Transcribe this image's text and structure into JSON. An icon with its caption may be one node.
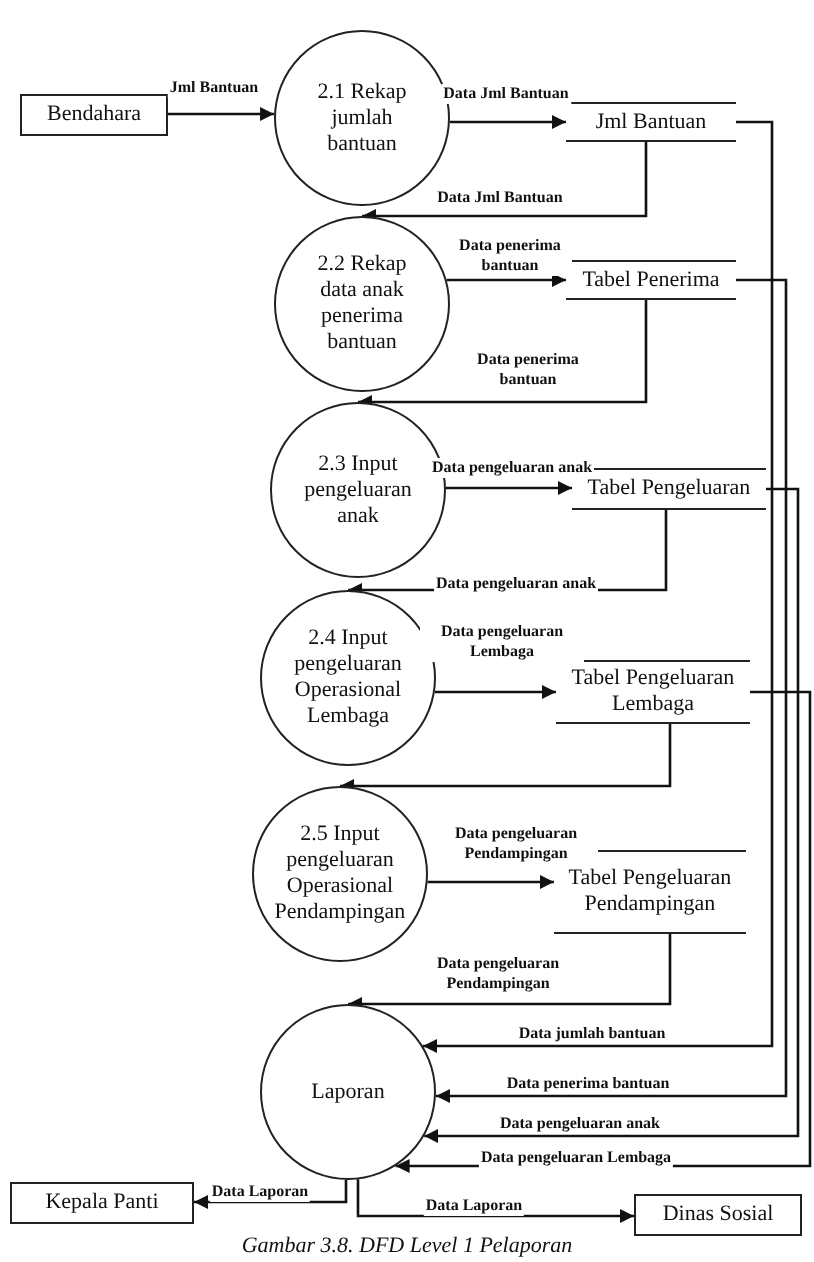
{
  "diagram": {
    "caption": "Gambar 3.8. DFD Level 1 Pelaporan",
    "nodes": [
      {
        "text": [
          "Bendahara"
        ]
      },
      {
        "text": [
          "2.1 Rekap jumlah bantuan"
        ]
      },
      {
        "text": [
          "Jml Bantuan"
        ]
      },
      {
        "text": [
          "2.2 Rekap data anak penerima bantuan"
        ]
      },
      {
        "text": [
          "Tabel Penerima"
        ]
      },
      {
        "text": [
          "2.3 Input pengeluaran anak"
        ]
      },
      {
        "text": [
          "Tabel Pengeluaran"
        ]
      },
      {
        "text": [
          "2.4 Input pengeluaran Operasional Lembaga"
        ]
      },
      {
        "text": [
          "Tabel Pengeluaran Lembaga"
        ]
      },
      {
        "text": [
          "2.5 Input pengeluaran Operasional Pendampingan"
        ]
      },
      {
        "text": [
          "Tabel Pengeluaran Pendampingan"
        ]
      },
      {
        "text": [
          "Laporan"
        ]
      },
      {
        "text": [
          "Kepala Panti"
        ]
      },
      {
        "text": [
          "Dinas Sosial"
        ]
      }
    ],
    "edges": [
      {
        "from": 0,
        "to": 1,
        "arrow": "to",
        "label": "Jml Bantuan"
      },
      {
        "from": 1,
        "to": 2,
        "arrow": "to",
        "label": "Data Jml Bantuan"
      },
      {
        "from": 2,
        "to": 3,
        "arrow": "to",
        "label": "Data Jml Bantuan"
      },
      {
        "from": 3,
        "to": 4,
        "arrow": "to",
        "label": "Data penerima bantuan"
      },
      {
        "from": 4,
        "to": 5,
        "arrow": "to",
        "label": "Data penerima bantuan"
      },
      {
        "from": 5,
        "to": 6,
        "arrow": "to",
        "label": "Data pengeluaran anak"
      },
      {
        "from": 6,
        "to": 7,
        "arrow": "to",
        "label": "Data pengeluaran anak"
      },
      {
        "from": 7,
        "to": 8,
        "arrow": "to",
        "label": "Data pengeluaran Lembaga"
      },
      {
        "from": 8,
        "to": 9,
        "arrow": "to"
      },
      {
        "from": 9,
        "to": 10,
        "arrow": "to",
        "label": "Data pengeluaran Pendampingan"
      },
      {
        "from": 10,
        "to": 11,
        "arrow": "to",
        "label": "Data pengeluaran Pendampingan"
      },
      {
        "from": 2,
        "to": 11,
        "arrow": "to",
        "label": "Data jumlah bantuan"
      },
      {
        "from": 4,
        "to": 11,
        "arrow": "to",
        "label": "Data penerima bantuan"
      },
      {
        "from": 6,
        "to": 11,
        "arrow": "to",
        "label": "Data pengeluaran anak"
      },
      {
        "from": 8,
        "to": 11,
        "arrow": "to",
        "label": "Data pengeluaran Lembaga"
      },
      {
        "from": 11,
        "to": 12,
        "arrow": "to",
        "label": "Data Laporan"
      },
      {
        "from": 11,
        "to": 13,
        "arrow": "to",
        "label": "Data Laporan"
      }
    ]
  }
}
